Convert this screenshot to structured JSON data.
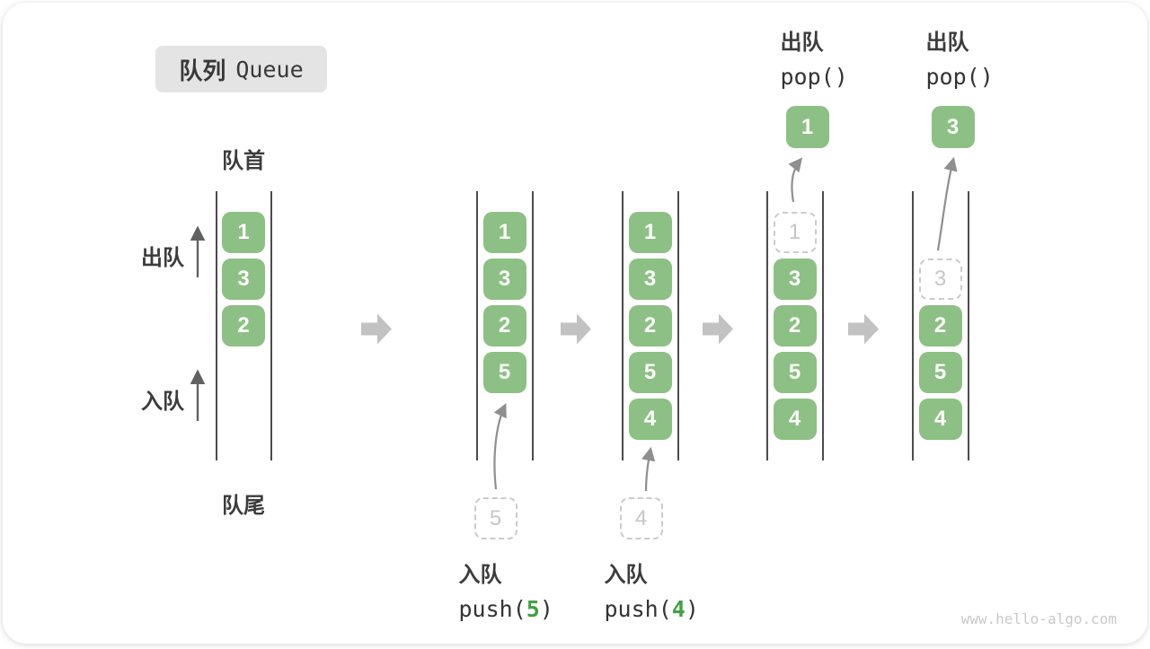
{
  "title": {
    "zh": "队列",
    "en": "Queue"
  },
  "stage1_labels": {
    "front": "队首",
    "rear": "队尾",
    "dequeue": "出队",
    "enqueue": "入队"
  },
  "watermark": "www.hello-algo.com",
  "colors": {
    "box_green": "#8DC084",
    "arg_green": "#42A045",
    "dark_text": "#3C3C3C",
    "block_arrow_gray": "#C2C2C2",
    "thin_arrow_gray": "#8F8F8F",
    "side_arrow_gray": "#616161",
    "dashed_border": "#CBCBCB",
    "dashed_text": "#C6C6C6",
    "title_bg": "#E4E4E4",
    "rail": "#4C4C4C",
    "watermark_gray": "#C9C9C9"
  },
  "stages": [
    {
      "slots": [
        {
          "v": "1",
          "t": "green"
        },
        {
          "v": "3",
          "t": "green"
        },
        {
          "v": "2",
          "t": "green"
        }
      ]
    },
    {
      "slots": [
        {
          "v": "1",
          "t": "green"
        },
        {
          "v": "3",
          "t": "green"
        },
        {
          "v": "2",
          "t": "green"
        },
        {
          "v": "5",
          "t": "green"
        }
      ],
      "below": "5",
      "caption_bottom": {
        "label": "入队",
        "fn": "push(",
        "arg": "5",
        "close": ")"
      }
    },
    {
      "slots": [
        {
          "v": "1",
          "t": "green"
        },
        {
          "v": "3",
          "t": "green"
        },
        {
          "v": "2",
          "t": "green"
        },
        {
          "v": "5",
          "t": "green"
        },
        {
          "v": "4",
          "t": "green"
        }
      ],
      "below": "4",
      "caption_bottom": {
        "label": "入队",
        "fn": "push(",
        "arg": "4",
        "close": ")"
      }
    },
    {
      "slots": [
        {
          "v": "1",
          "t": "dashed"
        },
        {
          "v": "3",
          "t": "green"
        },
        {
          "v": "2",
          "t": "green"
        },
        {
          "v": "5",
          "t": "green"
        },
        {
          "v": "4",
          "t": "green"
        }
      ],
      "above": "1",
      "caption_top": {
        "label": "出队",
        "fn": "pop()"
      }
    },
    {
      "slots": [
        {
          "t": "empty"
        },
        {
          "v": "3",
          "t": "dashed"
        },
        {
          "v": "2",
          "t": "green"
        },
        {
          "v": "5",
          "t": "green"
        },
        {
          "v": "4",
          "t": "green"
        }
      ],
      "above": "3",
      "caption_top": {
        "label": "出队",
        "fn": "pop()"
      }
    }
  ]
}
